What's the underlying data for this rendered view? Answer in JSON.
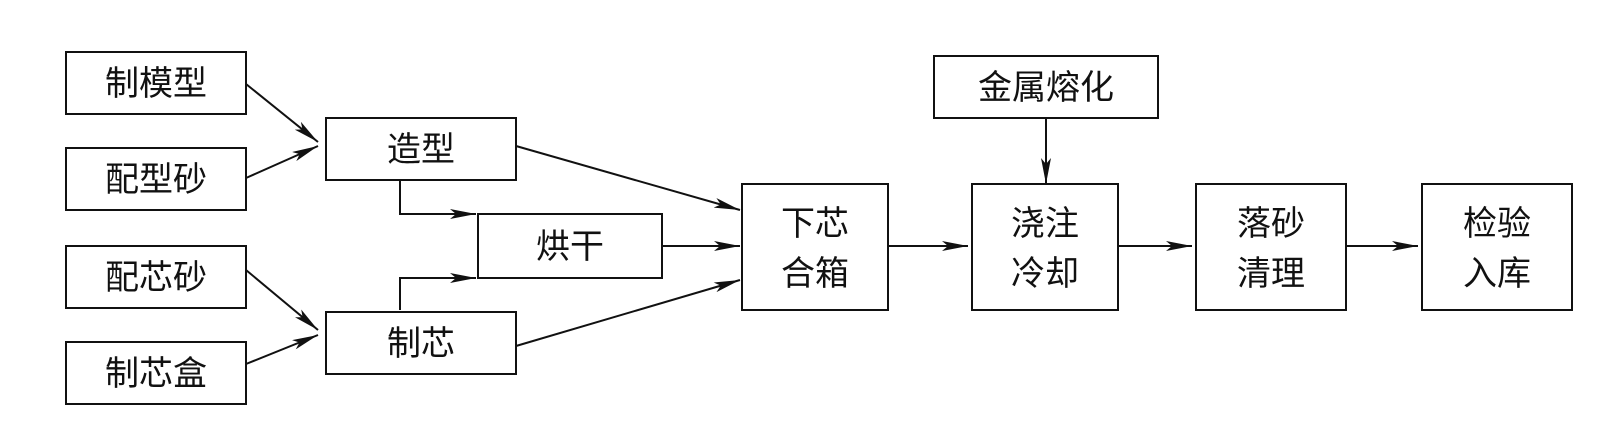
{
  "diagram": {
    "colors": {
      "stroke": "#111111",
      "background": "#ffffff"
    },
    "nodes": {
      "make_pattern": {
        "lines": [
          "制模型"
        ]
      },
      "mix_molding_sand": {
        "lines": [
          "配型砂"
        ]
      },
      "mix_core_sand": {
        "lines": [
          "配芯砂"
        ]
      },
      "make_core_box": {
        "lines": [
          "制芯盒"
        ]
      },
      "molding": {
        "lines": [
          "造型"
        ]
      },
      "core_making": {
        "lines": [
          "制芯"
        ]
      },
      "drying": {
        "lines": [
          "烘干"
        ]
      },
      "core_setting_closing": {
        "lines": [
          "下芯",
          "合箱"
        ]
      },
      "metal_melting": {
        "lines": [
          "金属熔化"
        ]
      },
      "pouring_cooling": {
        "lines": [
          "浇注",
          "冷却"
        ]
      },
      "shakeout_cleaning": {
        "lines": [
          "落砂",
          "清理"
        ]
      },
      "inspection_storage": {
        "lines": [
          "检验",
          "入库"
        ]
      }
    }
  }
}
